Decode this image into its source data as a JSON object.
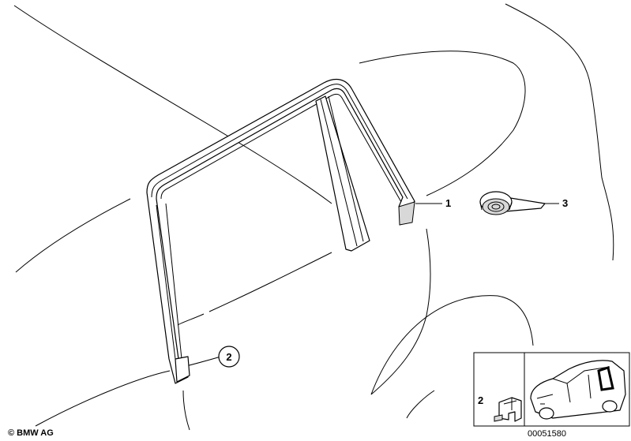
{
  "callouts": {
    "part1": "1",
    "part2": "2",
    "part3": "3",
    "inset_part2": "2"
  },
  "footer": {
    "copyright": "© BMW AG",
    "diagram_number": "00051580"
  }
}
